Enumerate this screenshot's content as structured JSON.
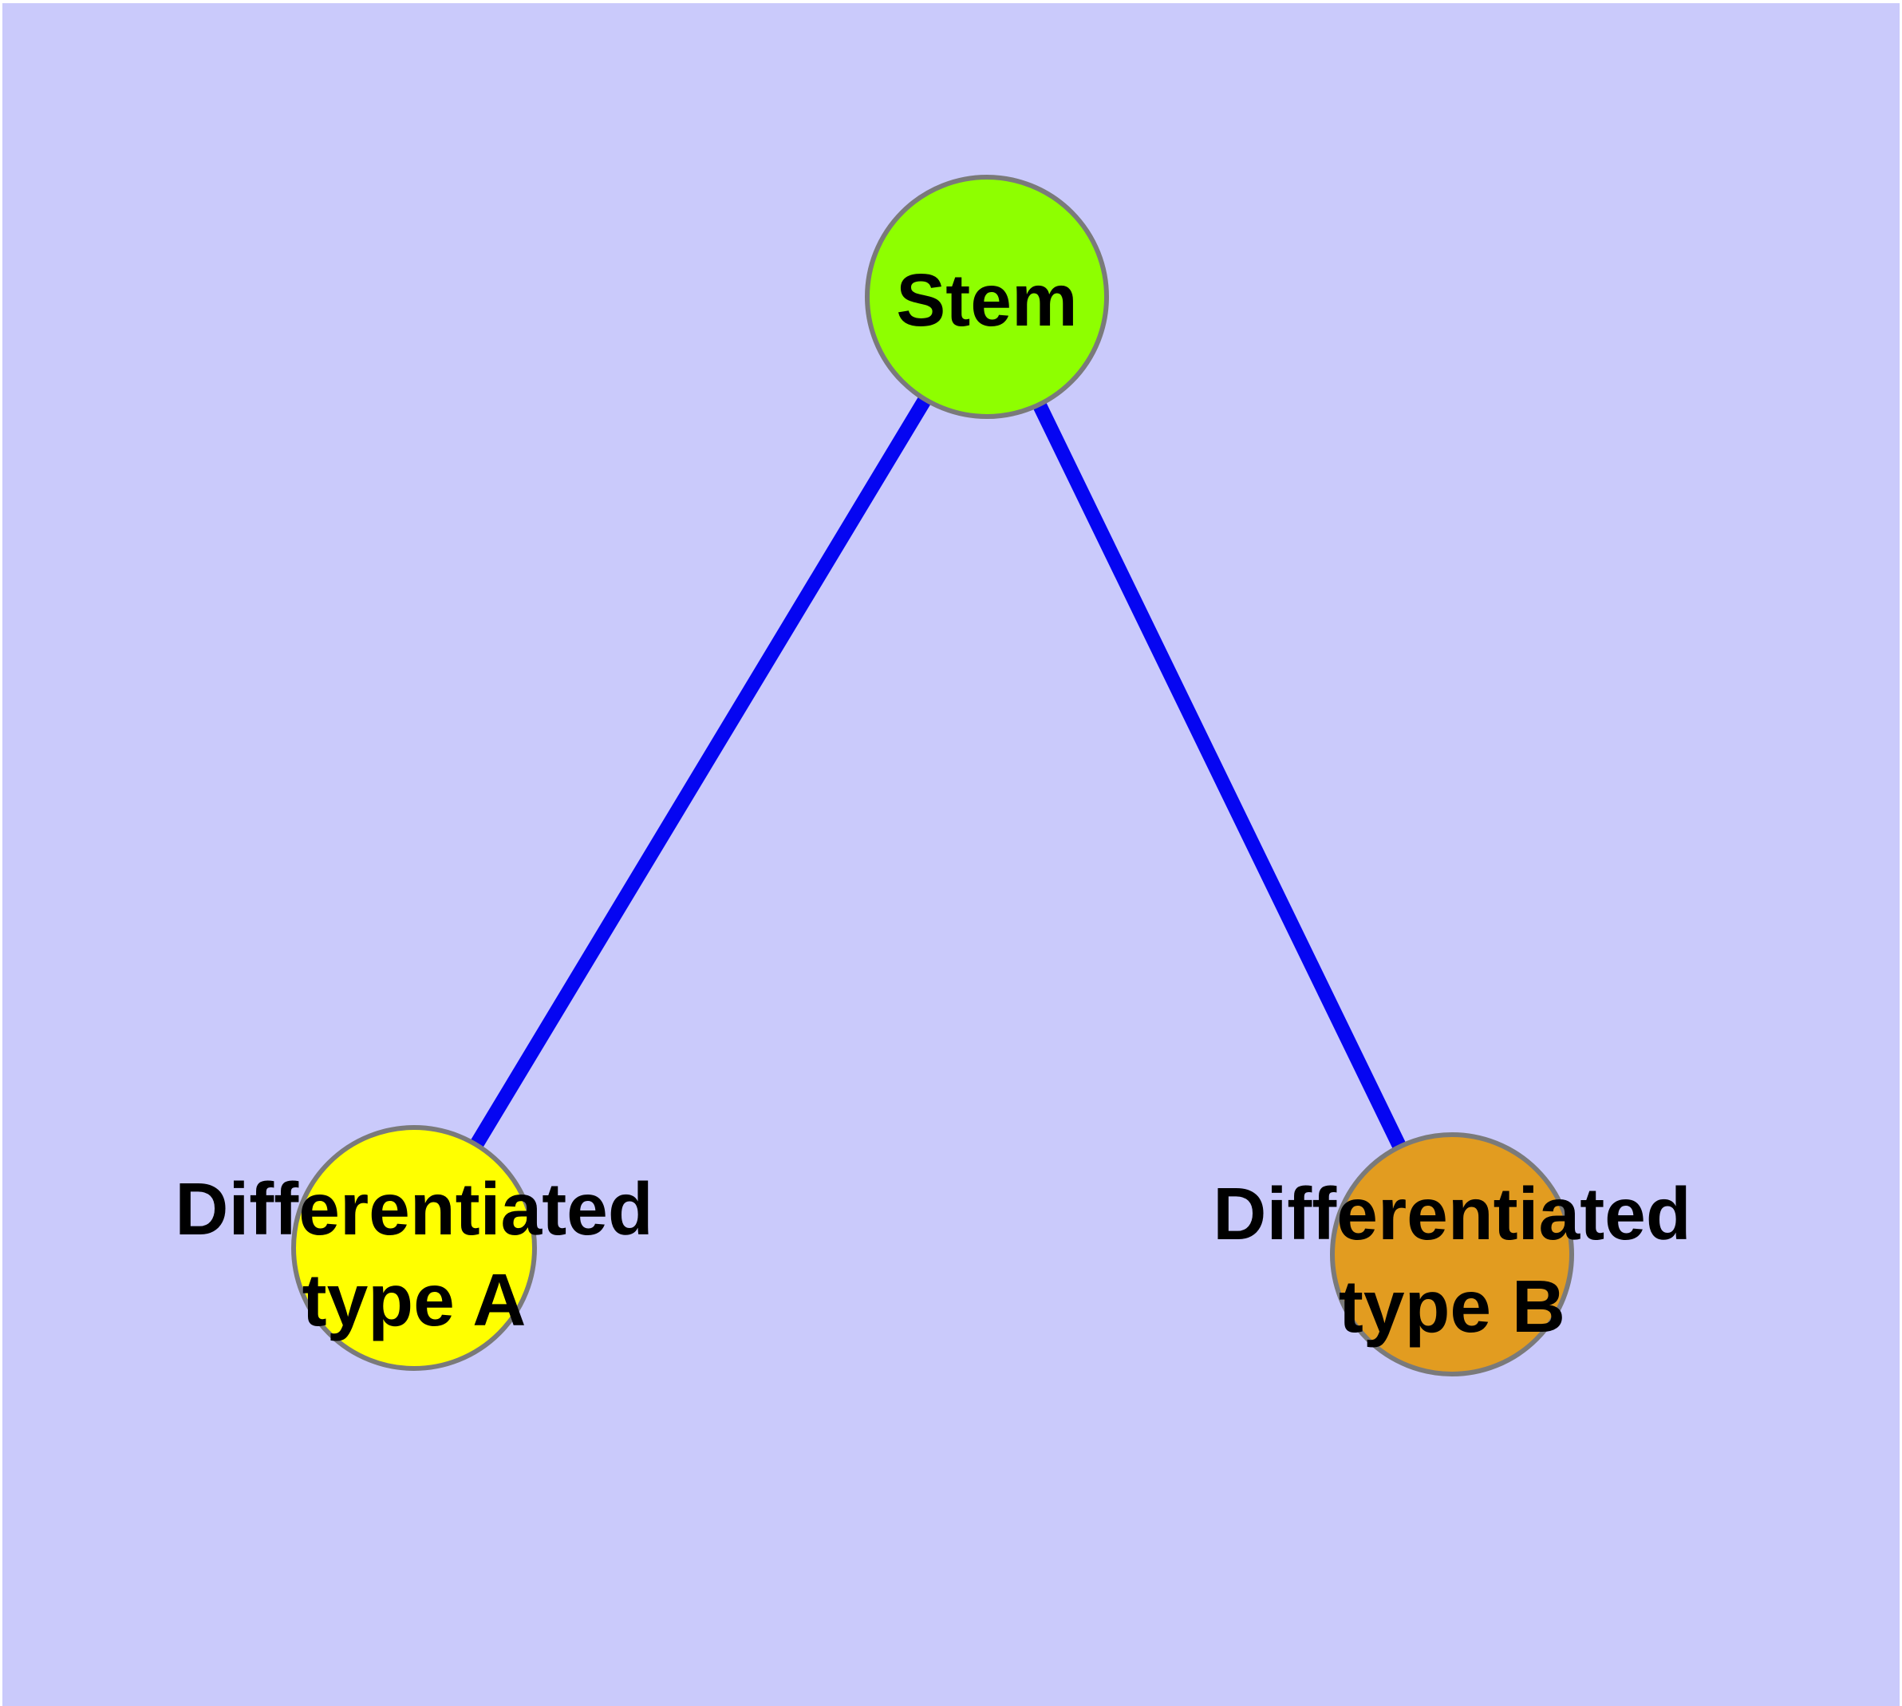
{
  "figure": {
    "background_color": "#CACAFB",
    "frame_color": "#FFFFFF",
    "text_color": "#000000",
    "edge_color": "#0505F2",
    "edge_width": 18,
    "node_border_color": "#7A7A7A",
    "node_border_width": 6,
    "nodes": {
      "stem": {
        "label": "Stem",
        "fill": "#8EFF00"
      },
      "type_a": {
        "label_line1": "Differentiated",
        "label_line2": "type A",
        "fill": "#FFFF00"
      },
      "type_b": {
        "label_line1": "Differentiated",
        "label_line2": "type B",
        "fill": "#E29C20"
      }
    }
  }
}
